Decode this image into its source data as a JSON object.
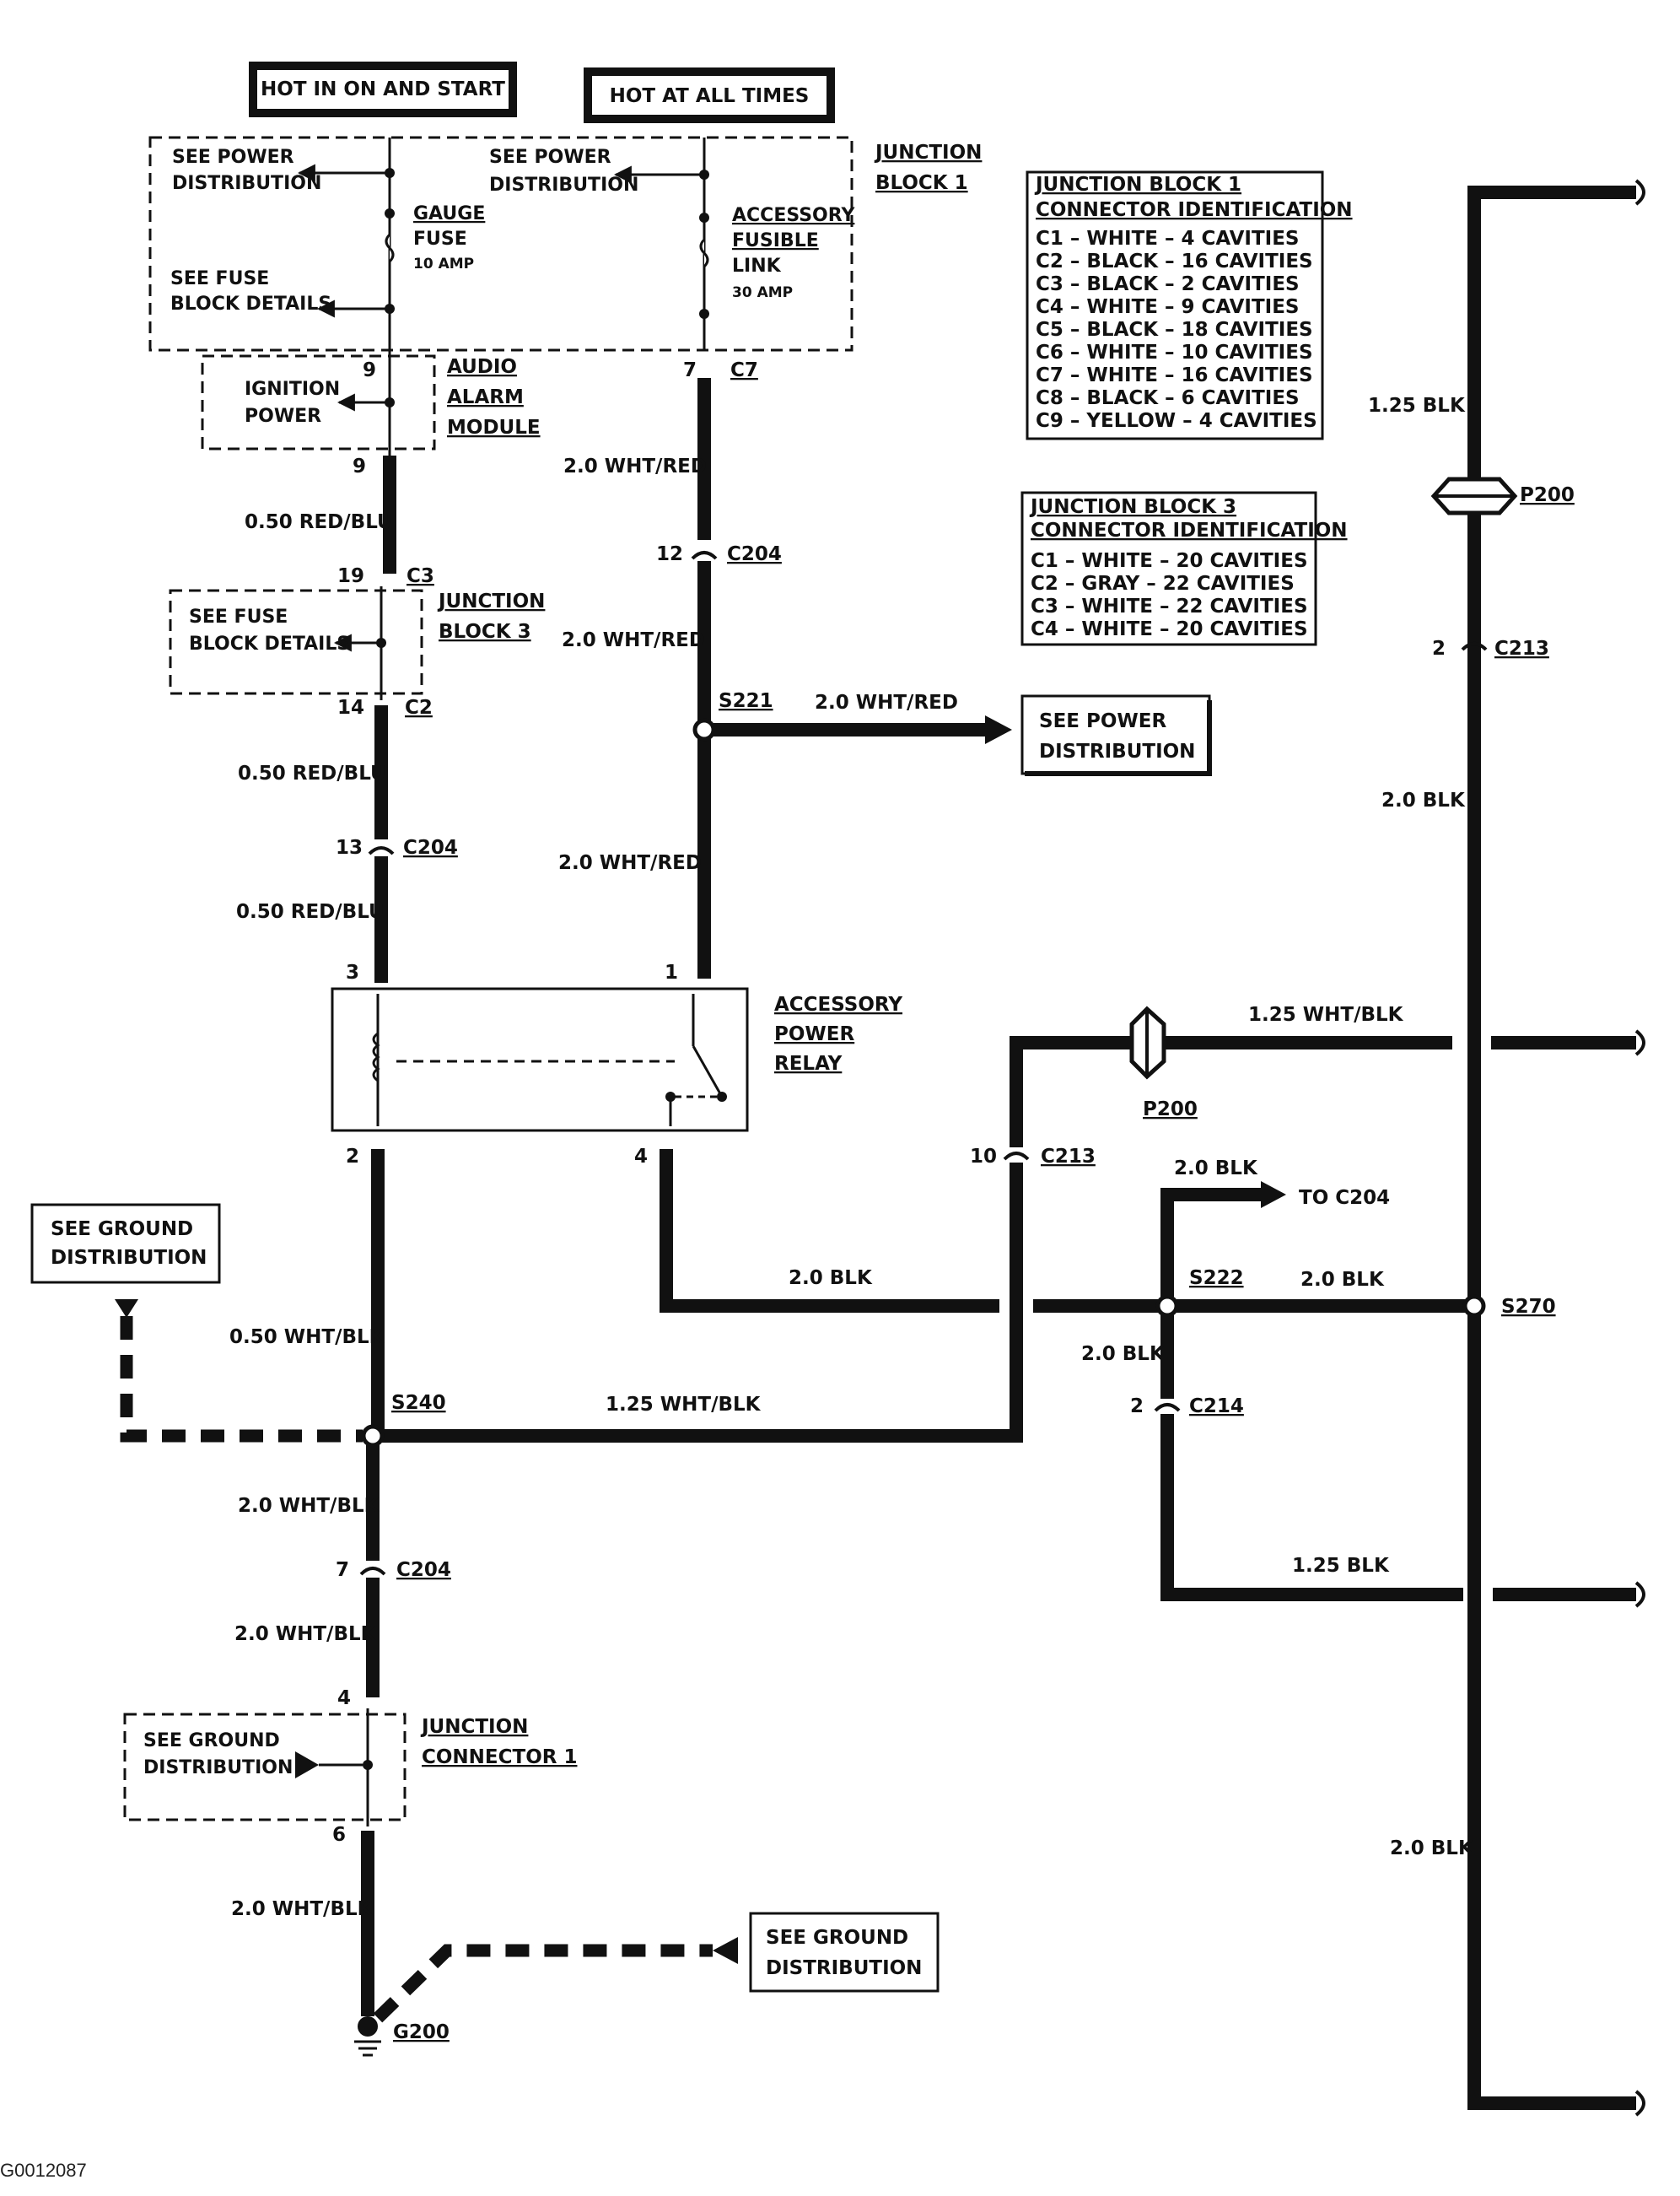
{
  "header": {
    "hot_run_start": "HOT IN ON AND START",
    "hot_all_times": "HOT AT ALL TIMES"
  },
  "junction_block_1": {
    "title": [
      "JUNCTION",
      "BLOCK 1"
    ],
    "see_power_dist_1": [
      "SEE POWER",
      "DISTRIBUTION"
    ],
    "see_power_dist_2": [
      "SEE POWER",
      "DISTRIBUTION"
    ],
    "see_fuse_block": [
      "SEE FUSE",
      "BLOCK DETAILS"
    ],
    "gauge_fuse": [
      "GAUGE",
      "FUSE",
      "10 AMP"
    ],
    "accessory_link": [
      "ACCESSORY",
      "FUSIBLE",
      "LINK",
      "30 AMP"
    ]
  },
  "audio_alarm": {
    "title": [
      "AUDIO",
      "ALARM",
      "MODULE"
    ],
    "label": [
      "IGNITION",
      "POWER"
    ],
    "pin_in": "9",
    "pin_out": "9"
  },
  "junction_block_3": {
    "title": [
      "JUNCTION",
      "BLOCK 3"
    ],
    "see_fuse_block": [
      "SEE FUSE",
      "BLOCK DETAILS"
    ]
  },
  "relay": {
    "title": [
      "ACCESSORY",
      "POWER",
      "RELAY"
    ],
    "pins": [
      "3",
      "1",
      "2",
      "4"
    ]
  },
  "junction_connector_1": {
    "title": [
      "JUNCTION",
      "CONNECTOR 1"
    ],
    "see_ground": [
      "SEE GROUND",
      "DISTRIBUTION"
    ]
  },
  "jb1_id_table": {
    "title": [
      "JUNCTION BLOCK 1",
      "CONNECTOR IDENTIFICATION"
    ],
    "rows": [
      "C1 – WHITE – 4 CAVITIES",
      "C2 – BLACK – 16 CAVITIES",
      "C3 – BLACK – 2 CAVITIES",
      "C4 – WHITE – 9 CAVITIES",
      "C5 – BLACK – 18 CAVITIES",
      "C6 – WHITE – 10 CAVITIES",
      "C7 – WHITE – 16 CAVITIES",
      "C8 – BLACK – 6 CAVITIES",
      "C9 – YELLOW – 4 CAVITIES"
    ]
  },
  "jb3_id_table": {
    "title": [
      "JUNCTION BLOCK 3",
      "CONNECTOR IDENTIFICATION"
    ],
    "rows": [
      "C1 – WHITE – 20 CAVITIES",
      "C2 – GRAY – 22 CAVITIES",
      "C3 – WHITE – 22 CAVITIES",
      "C4 – WHITE – 20 CAVITIES"
    ]
  },
  "ref_boxes": {
    "see_power_right": [
      "SEE POWER",
      "DISTRIBUTION"
    ],
    "see_ground_left": [
      "SEE GROUND",
      "DISTRIBUTION"
    ],
    "see_ground_bottom": [
      "SEE GROUND",
      "DISTRIBUTION"
    ]
  },
  "wires": {
    "red_blu": "0.50 RED/BLU",
    "wht_red": "2.0 WHT/RED",
    "wht_blk_050": "0.50 WHT/BLK",
    "wht_blk_20": "2.0 WHT/BLK",
    "wht_blk_125": "1.25 WHT/BLK",
    "blk_20": "2.0 BLK",
    "blk_125": "1.25 BLK"
  },
  "connectors": {
    "c3": "C3",
    "c2": "C2",
    "c7": "C7",
    "c204": "C204",
    "c213": "C213",
    "c214": "C214",
    "p200": "P200",
    "to_c204": "TO C204"
  },
  "pins": {
    "p19": "19",
    "p14": "14",
    "p13": "13",
    "p7": "7",
    "p12": "12",
    "p10": "10",
    "p2": "2",
    "p4": "4",
    "p6": "6"
  },
  "splices": {
    "s221": "S221",
    "s222": "S222",
    "s240": "S240",
    "s270": "S270"
  },
  "ground": {
    "g200": "G200"
  },
  "footer": {
    "figure_id": "G0012087"
  }
}
